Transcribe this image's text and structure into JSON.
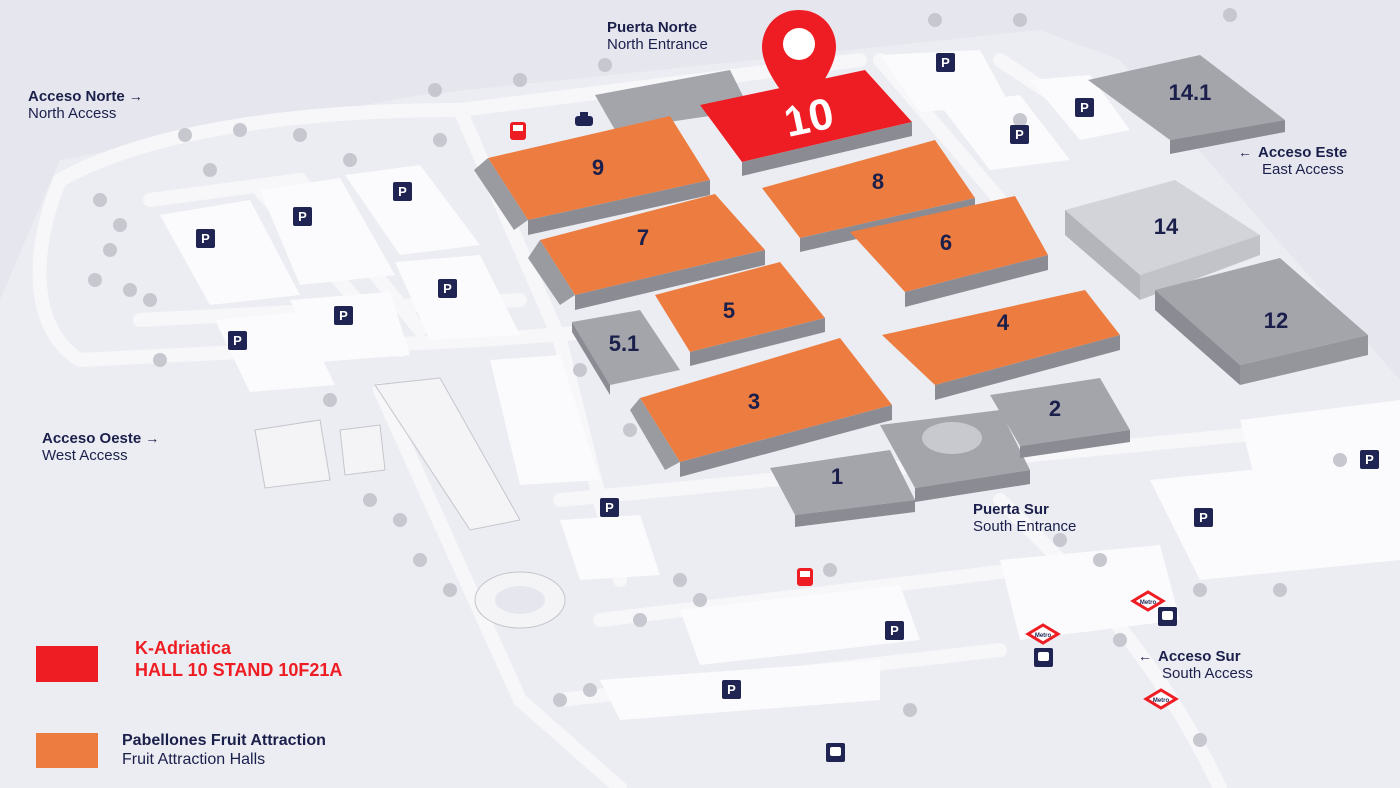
{
  "colors": {
    "highlight": "#ee1d23",
    "fruit_hall": "#ec7c3f",
    "hall_gray": "#a4a5ab",
    "navy": "#1b1f4b",
    "background": "#e6e7ee"
  },
  "entrances": {
    "north_gate": {
      "es": "Puerta Norte",
      "en": "North Entrance"
    },
    "south_gate": {
      "es": "Puerta Sur",
      "en": "South Entrance"
    },
    "north_access": {
      "es": "Acceso Norte",
      "en": "North Access"
    },
    "west_access": {
      "es": "Acceso Oeste",
      "en": "West Access"
    },
    "east_access": {
      "es": "Acceso Este",
      "en": "East Access"
    },
    "south_access": {
      "es": "Acceso Sur",
      "en": "South Access"
    }
  },
  "halls": [
    {
      "id": "10",
      "type": "highlight"
    },
    {
      "id": "9",
      "type": "fruit"
    },
    {
      "id": "8",
      "type": "fruit"
    },
    {
      "id": "7",
      "type": "fruit"
    },
    {
      "id": "6",
      "type": "fruit"
    },
    {
      "id": "5",
      "type": "fruit"
    },
    {
      "id": "4",
      "type": "fruit"
    },
    {
      "id": "3",
      "type": "fruit"
    },
    {
      "id": "5.1",
      "type": "gray"
    },
    {
      "id": "2",
      "type": "gray"
    },
    {
      "id": "1",
      "type": "gray"
    },
    {
      "id": "14.1",
      "type": "gray"
    },
    {
      "id": "14",
      "type": "gray"
    },
    {
      "id": "12",
      "type": "gray"
    }
  ],
  "signs": {
    "parking": "P",
    "metro": "Metro"
  },
  "legend": {
    "highlight_line1": "K-Adriatica",
    "highlight_line2": "HALL 10 STAND 10F21A",
    "fruit_es": "Pabellones Fruit Attraction",
    "fruit_en": "Fruit Attraction Halls"
  }
}
